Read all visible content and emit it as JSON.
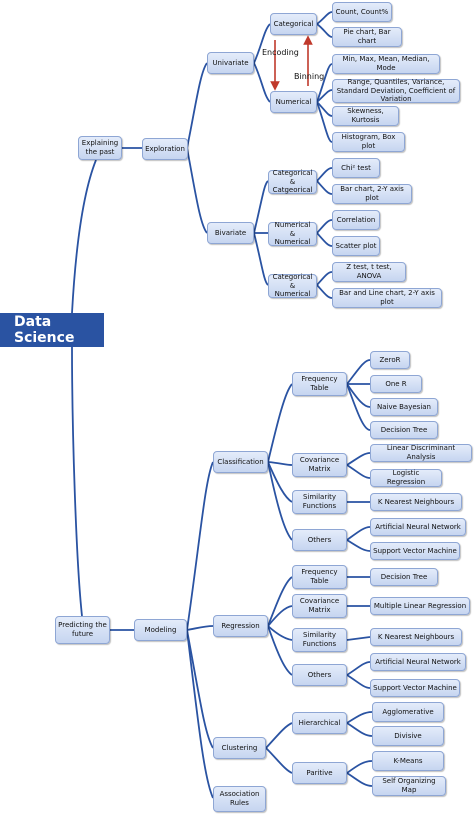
{
  "root": "Data Science",
  "past": "Explaining the past",
  "future": "Predicting the future",
  "exploration": "Exploration",
  "univariate": "Univariate",
  "categorical": "Categorical",
  "numerical": "Numerical",
  "encoding": "Encoding",
  "binning": "Binning",
  "cat_count": "Count, Count%",
  "cat_chart": "Pie chart, Bar chart",
  "num_stats": "Min, Max, Mean, Median, Mode",
  "num_range": "Range, Quantiles, Variance, Standard Deviation, Coefficient of Variation",
  "num_skew": "Skewness, Kurtosis",
  "num_plot": "Histogram, Box plot",
  "bivariate": "Bivariate",
  "cat_cat": "Categorical & Catgeorical",
  "num_num": "Numerical & Numerical",
  "cat_num": "Categorical & Numerical",
  "chi_test": "Chi² test",
  "bar_2y": "Bar chart, 2-Y axis plot",
  "correlation": "Correlation",
  "scatter": "Scatter plot",
  "ztest": "Z test, t test, ANOVA",
  "bar_line": "Bar and Line chart, 2-Y axis plot",
  "modeling": "Modeling",
  "classification": "Classification",
  "regression": "Regression",
  "clustering": "Clustering",
  "association": "Association Rules",
  "cls_freq": "Frequency Table",
  "cls_cov": "Covariance Matrix",
  "cls_sim": "Similarity Functions",
  "cls_others": "Others",
  "zeror": "ZeroR",
  "oner": "One R",
  "naive": "Naive Bayesian",
  "dtree1": "Decision Tree",
  "lda": "Linear Discriminant Analysis",
  "logistic": "Logistic Regression",
  "knn1": "K Nearest Neighbours",
  "ann1": "Artificial Neural Network",
  "svm1": "Support Vector Machine",
  "reg_freq": "Frequency Table",
  "reg_cov": "Covariance Matrix",
  "reg_sim": "Similarity Functions",
  "reg_others": "Others",
  "dtree2": "Decision Tree",
  "mlr": "Multiple Linear Regression",
  "knn2": "K Nearest Neighbours",
  "ann2": "Artificial Neural Network",
  "svm2": "Support Vector Machine",
  "hierarchical": "Hierarchical",
  "paritive": "Paritive",
  "agglomerative": "Agglomerative",
  "divisive": "Divisive",
  "kmeans": "K-Means",
  "som": "Self Organizing Map"
}
